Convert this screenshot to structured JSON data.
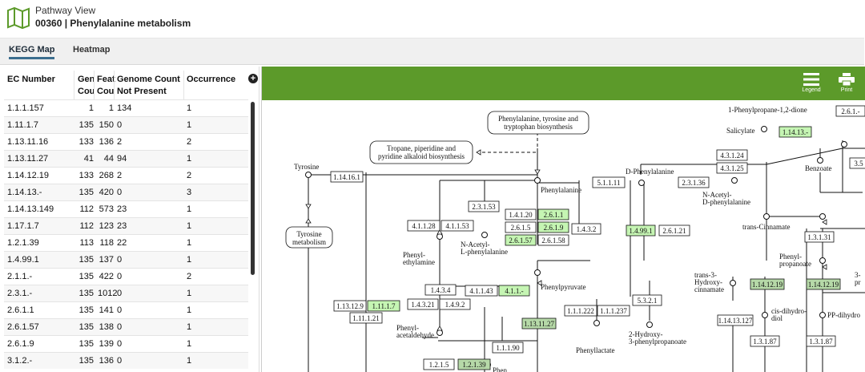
{
  "header": {
    "subtitle": "Pathway View",
    "title": "00360 | Phenylalanine metabolism"
  },
  "tabs": [
    {
      "label": "KEGG Map",
      "active": true
    },
    {
      "label": "Heatmap",
      "active": false
    }
  ],
  "table": {
    "columns": [
      "EC Number",
      "Gen Cou",
      "Feat Cou",
      "Genome Count Not Present",
      "Occurrence"
    ],
    "col_ec": "EC Number",
    "col_gen1": "Gen",
    "col_gen2": "Cou",
    "col_feat1": "Feat",
    "col_feat2": "Cou",
    "col_gcnp1": "Genome Count",
    "col_gcnp2": "Not Present",
    "col_occ": "Occurrence",
    "rows": [
      [
        "1.1.1.157",
        "1",
        "1",
        "134",
        "1"
      ],
      [
        "1.11.1.7",
        "135",
        "150",
        "0",
        "1"
      ],
      [
        "1.13.11.16",
        "133",
        "136",
        "2",
        "2"
      ],
      [
        "1.13.11.27",
        "41",
        "44",
        "94",
        "1"
      ],
      [
        "1.14.12.19",
        "133",
        "268",
        "2",
        "2"
      ],
      [
        "1.14.13.-",
        "135",
        "420",
        "0",
        "3"
      ],
      [
        "1.14.13.149",
        "112",
        "573",
        "23",
        "1"
      ],
      [
        "1.17.1.7",
        "112",
        "123",
        "23",
        "1"
      ],
      [
        "1.2.1.39",
        "113",
        "118",
        "22",
        "1"
      ],
      [
        "1.4.99.1",
        "135",
        "137",
        "0",
        "1"
      ],
      [
        "2.1.1.-",
        "135",
        "422",
        "0",
        "2"
      ],
      [
        "2.3.1.-",
        "135",
        "1012",
        "0",
        "1"
      ],
      [
        "2.6.1.1",
        "135",
        "141",
        "0",
        "1"
      ],
      [
        "2.6.1.57",
        "135",
        "138",
        "0",
        "1"
      ],
      [
        "2.6.1.9",
        "135",
        "139",
        "0",
        "1"
      ],
      [
        "3.1.2.-",
        "135",
        "136",
        "0",
        "1"
      ]
    ]
  },
  "toolbar": {
    "legend_label": "Legend",
    "print_label": "Print"
  },
  "map": {
    "labels": {
      "phe_tyr_trp": "Phenylalanine, tyrosine and",
      "phe_tyr_trp2": "tryptophan biosynthesis",
      "tropane": "Tropane, piperidine and",
      "tropane2": "pyridine alkaloid biosynthesis",
      "tyrosine": "Tyrosine",
      "tyr_met": "Tyrosine",
      "tyr_met2": "metabolism",
      "phenylalanine": "Phenylalanine",
      "d_phe": "D-Phenylalanine",
      "n_acetyl_d": "N-Acetyl-",
      "n_acetyl_d2": "D-phenylalanine",
      "n_acetyl_l": "N-Acetyl-",
      "n_acetyl_l2": "L-phenylalanine",
      "phenylethylamine": "Phenyl-",
      "phenylethylamine2": "ethylamine",
      "phenylpyruvate": "Phenylpyruvate",
      "phenylacetaldehyde": "Phenyl-",
      "phenylacetaldehyde2": "acetaldehyde",
      "phenyllactate": "Phenyllactate",
      "hydroxy": "2-Hydroxy-",
      "hydroxy2": "3-phenylpropanoate",
      "phenylpropane": "1-Phenylpropane-1,2-dione",
      "salicylate": "Salicylate",
      "benzoate": "Benzoate",
      "trans_cinnamate": "trans-Cinnamate",
      "trans3": "trans-3-",
      "trans3b": "Hydroxy-",
      "trans3c": "cinnamate",
      "phenylpropanoate": "Phenyl-",
      "phenylpropanoate2": "propanoate",
      "cis_diol": "cis-dihydro-",
      "cis_diol2": "diol",
      "pp_dihydro": "PP-dihydro",
      "three": "3-",
      "three2": "pr",
      "phenyl_bottom": "Phen"
    },
    "enzymes": {
      "e1": "1.14.16.1",
      "e2": "2.3.1.53",
      "e3": "1.4.1.20",
      "e4": "2.6.1.1",
      "e5": "2.6.1.5",
      "e6": "2.6.1.9",
      "e7": "2.6.1.57",
      "e8": "2.6.1.58",
      "e9": "1.4.3.2",
      "e10": "4.1.1.28",
      "e11": "4.1.1.53",
      "e12": "5.1.1.11",
      "e13": "2.3.1.36",
      "e14": "1.4.99.1",
      "e15": "2.6.1.21",
      "e16": "1.4.3.4",
      "e17": "4.1.1.43",
      "e18": "4.1.1.-",
      "e19": "1.4.3.21",
      "e20": "1.4.9.2",
      "e21": "1.13.12.9",
      "e22": "1.11.1.7",
      "e23": "1.11.1.21",
      "e24": "1.13.11.27",
      "e25": "1.1.1.222",
      "e26": "1.1.1.237",
      "e27": "5.3.2.1",
      "e28": "1.1.1.90",
      "e29": "1.2.1.5",
      "e30": "1.2.1.39",
      "e31": "1.14.13.-",
      "e32": "2.6.1.-",
      "e33": "4.3.1.24",
      "e34": "4.3.1.25",
      "e35": "3.5",
      "e36": "1.3.1.31",
      "e37": "1.14.12.19",
      "e38": "1.14.12.19",
      "e39": "1.14.13.127",
      "e40": "1.3.1.87",
      "e41": "1.3.1.87"
    },
    "highlight_color": "#c5f5b3",
    "highlight_dark": "#b6d9a8"
  }
}
